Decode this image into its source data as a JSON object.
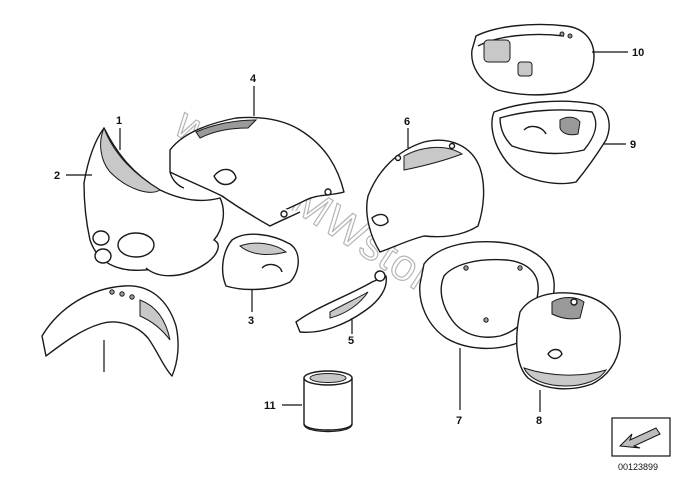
{
  "diagram": {
    "watermark": "www.BMWstore.pl",
    "reference_number": "00123899",
    "callouts": [
      {
        "id": "1",
        "label": "1"
      },
      {
        "id": "2",
        "label": "2"
      },
      {
        "id": "3",
        "label": "3"
      },
      {
        "id": "4",
        "label": "4"
      },
      {
        "id": "5",
        "label": "5"
      },
      {
        "id": "6",
        "label": "6"
      },
      {
        "id": "7",
        "label": "7"
      },
      {
        "id": "8",
        "label": "8"
      },
      {
        "id": "9",
        "label": "9"
      },
      {
        "id": "10",
        "label": "10"
      },
      {
        "id": "11",
        "label": "11"
      }
    ]
  }
}
